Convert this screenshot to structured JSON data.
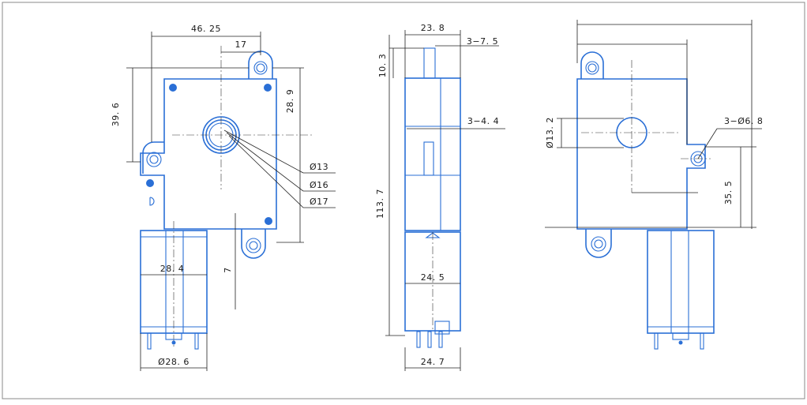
{
  "drawing": {
    "front_view": {
      "dims": {
        "width_total": "46. 25",
        "offset_17": "17",
        "height_39_6": "39. 6",
        "height_28_9": "28. 9",
        "offset_7": "7",
        "motor_width": "28. 4",
        "motor_dia": "Ø28. 6"
      },
      "callouts": [
        "Ø13",
        "Ø16",
        "Ø17"
      ]
    },
    "side_view": {
      "dims": {
        "width_23_8": "23. 8",
        "shaft_3_7_5": "3−7. 5",
        "shaft_len": "10. 3",
        "height_total": "113. 7",
        "shaft_dia": "3−4. 4",
        "motor_width": "24. 5",
        "base_width": "24. 7"
      }
    },
    "rear_view": {
      "dims": {
        "hole_dia": "Ø13. 2",
        "holes": "3−Ø6. 8",
        "height_35_5": "35. 5"
      }
    }
  }
}
